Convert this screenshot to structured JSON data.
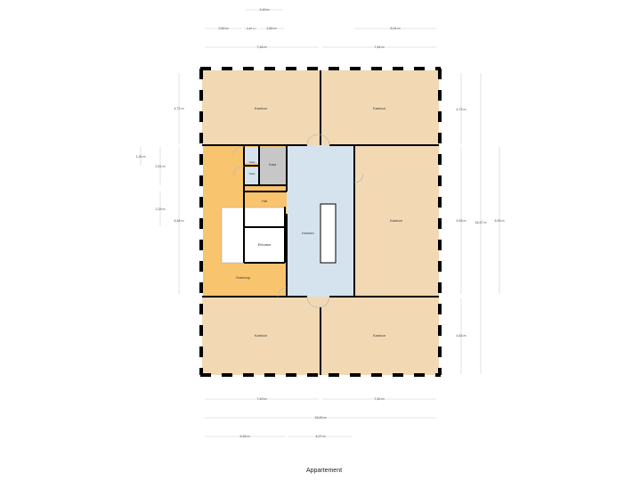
{
  "title": "Appartement",
  "rooms": {
    "kantoor_top_left": "Kantoor",
    "kantoor_top_right": "Kantoor",
    "kantoor_right": "Kantoor",
    "kantoor_bottom_left": "Kantoor",
    "kantoor_bottom_right": "Kantoor",
    "toilet_1": "Toilet",
    "toilet_2": "Toilet",
    "kast": "Kast",
    "hal": "Hal",
    "elevator": "Elevator",
    "overloop": "Overloop",
    "keuken": "Keuken"
  },
  "dimensions": {
    "top": [
      "2,49 m",
      "2,50 m",
      "0,87 m",
      "1,60 m",
      "5,31 m",
      "7,16 m",
      "7,44 m"
    ],
    "left": [
      "4,72 m",
      "1,26 m",
      "2,51 m",
      "2,29 m",
      "6,48 m"
    ],
    "right": [
      "4,73 m",
      "9,53 m",
      "18,37 m",
      "5,93 m",
      "4,62 m"
    ],
    "bottom": [
      "7,49 m",
      "7,42 m",
      "15,00 m",
      "5,33 m",
      "4,27 m"
    ]
  },
  "colors": {
    "office": "#f2d9b3",
    "stair_area": "#f9c46e",
    "corridor": "#d5e3ef",
    "closet": "#c7c7c7",
    "wall": "#000000"
  }
}
